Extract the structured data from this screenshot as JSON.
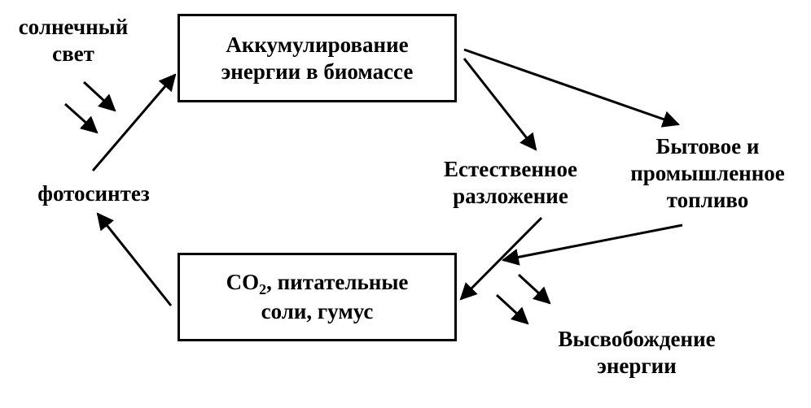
{
  "nodes": {
    "sunlight": {
      "line1": "солнечный",
      "line2": "свет"
    },
    "accumulation": {
      "line1": "Аккумулирование",
      "line2": "энергии в биомассе"
    },
    "photosynthesis": {
      "text": "фотосинтез"
    },
    "natural_decay": {
      "line1": "Естественное",
      "line2": "разложение"
    },
    "fuel": {
      "line1": "Бытовое и",
      "line2": "промышленное",
      "line3": "топливо"
    },
    "co2_box": {
      "co": "CO",
      "sub": "2",
      "rest": ", питательные",
      "line2": "соли, гумус"
    },
    "energy_release": {
      "line1": "Высвобождение",
      "line2": "энергии"
    }
  }
}
